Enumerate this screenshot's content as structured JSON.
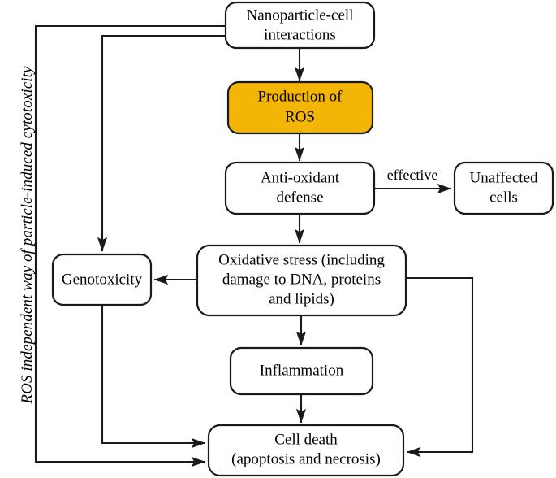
{
  "figure": {
    "side_label": "ROS independent way of particle-induced cytotoxicity",
    "accent_color": "#F3B506",
    "line_color": "#1a1a1a",
    "background": "#ffffff"
  },
  "nodes": {
    "nanoparticle": {
      "label_line1": "Nanoparticle-cell",
      "label_line2": "interactions",
      "highlight": false
    },
    "ros": {
      "label_line1": "Production of",
      "label_line2": "ROS",
      "highlight": true
    },
    "antioxidant": {
      "label_line1": "Anti-oxidant",
      "label_line2": "defense",
      "highlight": false
    },
    "unaffected": {
      "label_line1": "Unaffected",
      "label_line2": "cells",
      "highlight": false
    },
    "genotoxicity": {
      "label_line1": "Genotoxicity",
      "highlight": false
    },
    "oxidative": {
      "label_line1": "Oxidative stress (including",
      "label_line2": "damage to DNA, proteins",
      "label_line3": "and lipids)",
      "highlight": false
    },
    "inflammation": {
      "label_line1": "Inflammation",
      "highlight": false
    },
    "celldeath": {
      "label_line1": "Cell death",
      "label_line2": "(apoptosis and necrosis)",
      "highlight": false
    }
  },
  "edges": {
    "effective": {
      "label": "effective"
    }
  },
  "chart_data": {
    "type": "diagram",
    "title": "ROS independent way of particle-induced cytotoxicity",
    "nodes": [
      {
        "id": "nanoparticle",
        "text": "Nanoparticle-cell interactions",
        "fill": "#ffffff"
      },
      {
        "id": "ros",
        "text": "Production of ROS",
        "fill": "#F3B506"
      },
      {
        "id": "antioxidant",
        "text": "Anti-oxidant defense",
        "fill": "#ffffff"
      },
      {
        "id": "unaffected",
        "text": "Unaffected cells",
        "fill": "#ffffff"
      },
      {
        "id": "genotoxicity",
        "text": "Genotoxicity",
        "fill": "#ffffff"
      },
      {
        "id": "oxidative",
        "text": "Oxidative stress (including damage to DNA, proteins and lipids)",
        "fill": "#ffffff"
      },
      {
        "id": "inflammation",
        "text": "Inflammation",
        "fill": "#ffffff"
      },
      {
        "id": "celldeath",
        "text": "Cell death (apoptosis and necrosis)",
        "fill": "#ffffff"
      }
    ],
    "edges": [
      {
        "from": "nanoparticle",
        "to": "ros",
        "label": ""
      },
      {
        "from": "ros",
        "to": "antioxidant",
        "label": ""
      },
      {
        "from": "antioxidant",
        "to": "unaffected",
        "label": "effective"
      },
      {
        "from": "antioxidant",
        "to": "oxidative",
        "label": ""
      },
      {
        "from": "oxidative",
        "to": "genotoxicity",
        "label": ""
      },
      {
        "from": "oxidative",
        "to": "inflammation",
        "label": ""
      },
      {
        "from": "oxidative",
        "to": "celldeath",
        "label": ""
      },
      {
        "from": "inflammation",
        "to": "celldeath",
        "label": ""
      },
      {
        "from": "nanoparticle",
        "to": "genotoxicity",
        "label": ""
      },
      {
        "from": "nanoparticle",
        "to": "celldeath",
        "label": ""
      },
      {
        "from": "genotoxicity",
        "to": "celldeath",
        "label": ""
      }
    ]
  }
}
